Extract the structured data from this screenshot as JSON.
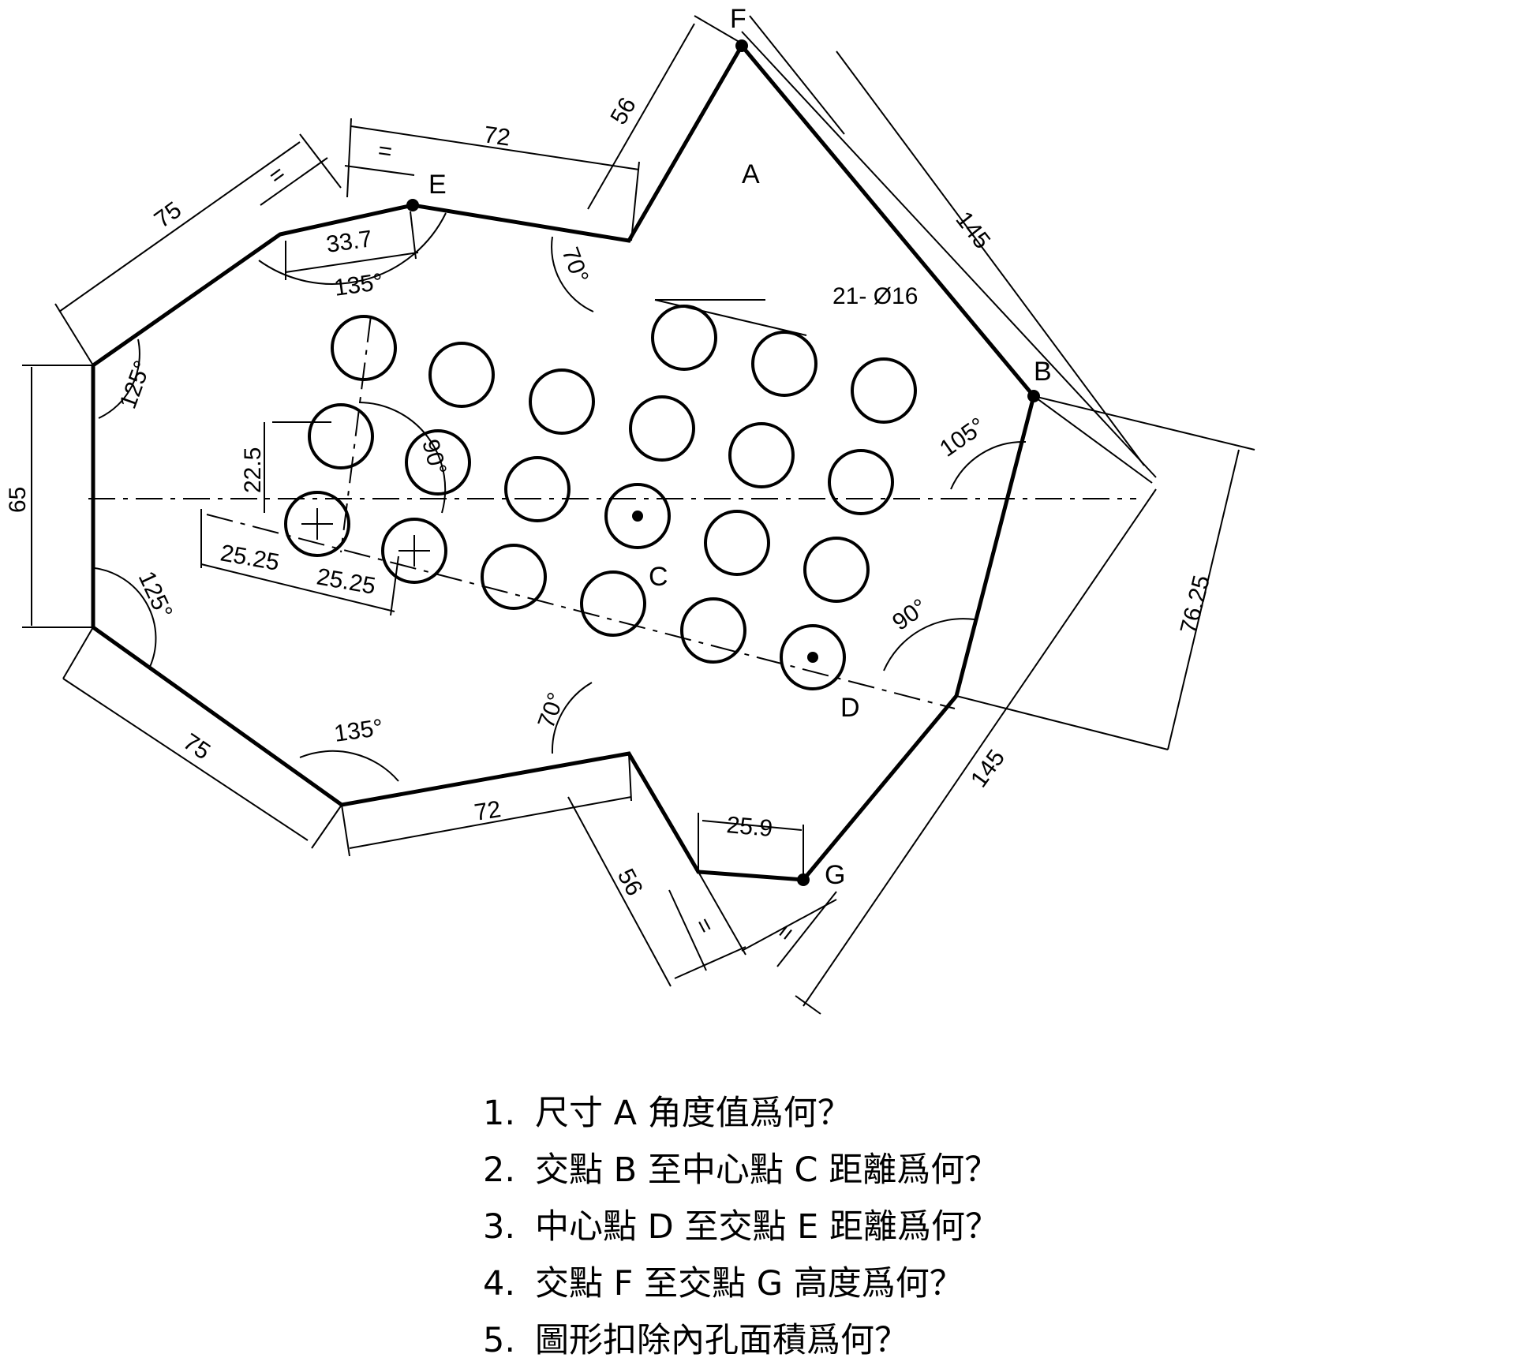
{
  "points": {
    "F": "F",
    "E": "E",
    "B": "B",
    "C": "C",
    "D": "D",
    "G": "G",
    "A": "A"
  },
  "dimensions": {
    "top_72": "72",
    "top_56": "56",
    "top_75": "75",
    "top_eq1": "=",
    "top_eq2": "=",
    "d_33_7": "33.7",
    "a_135_top": "135°",
    "a_70_top": "70°",
    "top_145": "145",
    "holes": "21- Ø16",
    "a_125_top": "125°",
    "dim_65": "65",
    "dim_22_5": "22.5",
    "a_90_inner": "90°",
    "a_105": "105°",
    "d_25_25_a": "25.25",
    "d_25_25_b": "25.25",
    "a_125_bot": "125°",
    "a_90_right": "90°",
    "dim_76_25": "76.25",
    "bot_75": "75",
    "a_135_bot": "135°",
    "a_70_bot": "70°",
    "bot_72": "72",
    "bot_25_9": "25.9",
    "bot_56": "56",
    "bot_eq1": "=",
    "bot_eq2": "=",
    "bot_145": "145"
  },
  "questions": [
    {
      "num": "1.",
      "text": "尺寸 A 角度值爲何？"
    },
    {
      "num": "2.",
      "text": "交點 B 至中心點 C 距離爲何？"
    },
    {
      "num": "3.",
      "text": "中心點 D 至交點 E 距離爲何？"
    },
    {
      "num": "4.",
      "text": "交點 F 至交點 G 高度爲何？"
    },
    {
      "num": "5.",
      "text": "圖形扣除內孔面積爲何？"
    }
  ]
}
